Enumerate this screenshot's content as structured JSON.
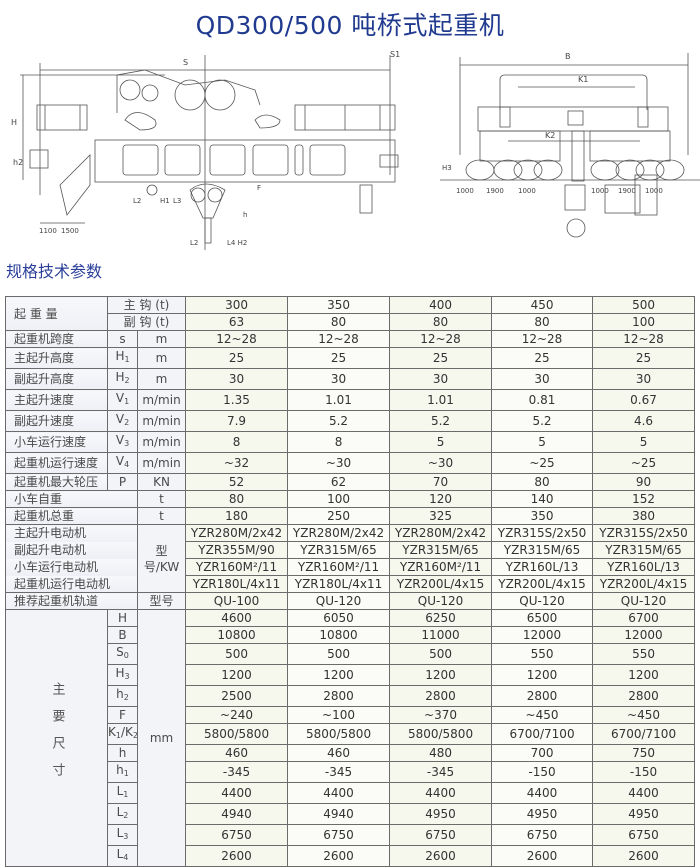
{
  "title": "QD300/500 吨桥式起重机",
  "section_title": "规格技术参数",
  "drawings": {
    "side_view": {
      "labels": [
        "S",
        "S1",
        "H",
        "h2",
        "1100",
        "1500",
        "L2",
        "H1",
        "L3",
        "F",
        "h",
        "L2",
        "L4",
        "H2"
      ]
    },
    "end_view": {
      "labels": [
        "B",
        "K1",
        "K2",
        "H3",
        "1000",
        "1900",
        "1000",
        "1000",
        "1900",
        "1000"
      ]
    }
  },
  "table": {
    "capacity_label": "起 重 量",
    "main_hook_label": "主  钩",
    "main_hook_unit": "(t)",
    "aux_hook_label": "副  钩",
    "aux_hook_unit": "(t)",
    "main_hook_values": [
      "300",
      "350",
      "400",
      "450",
      "500"
    ],
    "aux_hook_values": [
      "63",
      "80",
      "80",
      "80",
      "100"
    ],
    "rows": [
      {
        "name": "起重机跨度",
        "symbol": "s",
        "unit": "m",
        "values": [
          "12~28",
          "12~28",
          "12~28",
          "12~28",
          "12~28"
        ]
      },
      {
        "name": "主起升高度",
        "symbol": "H1",
        "unit": "m",
        "values": [
          "25",
          "25",
          "25",
          "25",
          "25"
        ]
      },
      {
        "name": "副起升高度",
        "symbol": "H2",
        "unit": "m",
        "values": [
          "30",
          "30",
          "30",
          "30",
          "30"
        ]
      },
      {
        "name": "主起升速度",
        "symbol": "V1",
        "unit": "m/min",
        "values": [
          "1.35",
          "1.01",
          "1.01",
          "0.81",
          "0.67"
        ]
      },
      {
        "name": "副起升速度",
        "symbol": "V2",
        "unit": "m/min",
        "values": [
          "7.9",
          "5.2",
          "5.2",
          "5.2",
          "4.6"
        ]
      },
      {
        "name": "小车运行速度",
        "symbol": "V3",
        "unit": "m/min",
        "values": [
          "8",
          "8",
          "5",
          "5",
          "5"
        ]
      },
      {
        "name": "起重机运行速度",
        "symbol": "V4",
        "unit": "m/min",
        "values": [
          "~32",
          "~30",
          "~30",
          "~25",
          "~25"
        ]
      },
      {
        "name": "起重机最大轮压",
        "symbol": "P",
        "unit": "KN",
        "values": [
          "52",
          "62",
          "70",
          "80",
          "90"
        ]
      }
    ],
    "weight_rows": [
      {
        "name": "小车自重",
        "unit": "t",
        "values": [
          "80",
          "100",
          "120",
          "140",
          "152"
        ]
      },
      {
        "name": "起重机总重",
        "unit": "t",
        "values": [
          "180",
          "250",
          "325",
          "350",
          "380"
        ]
      }
    ],
    "motor_unit": "型号/KW",
    "motor_rows": [
      {
        "name": "主起升电动机",
        "values": [
          "YZR280M/2x42",
          "YZR280M/2x42",
          "YZR280M/2x42",
          "YZR315S/2x50",
          "YZR315S/2x50"
        ]
      },
      {
        "name": "副起升电动机",
        "values": [
          "YZR355M/90",
          "YZR315M/65",
          "YZR315M/65",
          "YZR315M/65",
          "YZR315M/65"
        ]
      },
      {
        "name": "小车运行电动机",
        "values": [
          "YZR160M²/11",
          "YZR160M²/11",
          "YZR160M²/11",
          "YZR160L/13",
          "YZR160L/13"
        ]
      },
      {
        "name": "起重机运行电动机",
        "values": [
          "YZR180L/4x11",
          "YZR180L/4x11",
          "YZR200L/4x15",
          "YZR200L/4x15",
          "YZR200L/4x15"
        ]
      }
    ],
    "rail_row": {
      "name": "推荐起重机轨道",
      "unit": "型号",
      "values": [
        "QU-100",
        "QU-120",
        "QU-120",
        "QU-120",
        "QU-120"
      ]
    },
    "dimension_group_label": "主要尺寸",
    "dimension_unit": "mm",
    "dimension_rows": [
      {
        "symbol": "H",
        "values": [
          "4600",
          "6050",
          "6250",
          "6500",
          "6700"
        ]
      },
      {
        "symbol": "B",
        "values": [
          "10800",
          "10800",
          "11000",
          "12000",
          "12000"
        ]
      },
      {
        "symbol": "S0",
        "values": [
          "500",
          "500",
          "500",
          "550",
          "550"
        ]
      },
      {
        "symbol": "H3",
        "values": [
          "1200",
          "1200",
          "1200",
          "1200",
          "1200"
        ]
      },
      {
        "symbol": "h2",
        "values": [
          "2500",
          "2800",
          "2800",
          "2800",
          "2800"
        ]
      },
      {
        "symbol": "F",
        "values": [
          "~240",
          "~100",
          "~370",
          "~450",
          "~450"
        ]
      },
      {
        "symbol": "K1/K2",
        "values": [
          "5800/5800",
          "5800/5800",
          "5800/5800",
          "6700/7100",
          "6700/7100"
        ]
      },
      {
        "symbol": "h",
        "values": [
          "460",
          "460",
          "480",
          "700",
          "750"
        ]
      },
      {
        "symbol": "h1",
        "values": [
          "-345",
          "-345",
          "-345",
          "-150",
          "-150"
        ]
      },
      {
        "symbol": "L1",
        "values": [
          "4400",
          "4400",
          "4400",
          "4400",
          "4400"
        ]
      },
      {
        "symbol": "L2",
        "values": [
          "4940",
          "4940",
          "4950",
          "4950",
          "4950"
        ]
      },
      {
        "symbol": "L3",
        "values": [
          "6750",
          "6750",
          "6750",
          "6750",
          "6750"
        ]
      },
      {
        "symbol": "L4",
        "values": [
          "2600",
          "2600",
          "2600",
          "2600",
          "2600"
        ]
      }
    ]
  }
}
